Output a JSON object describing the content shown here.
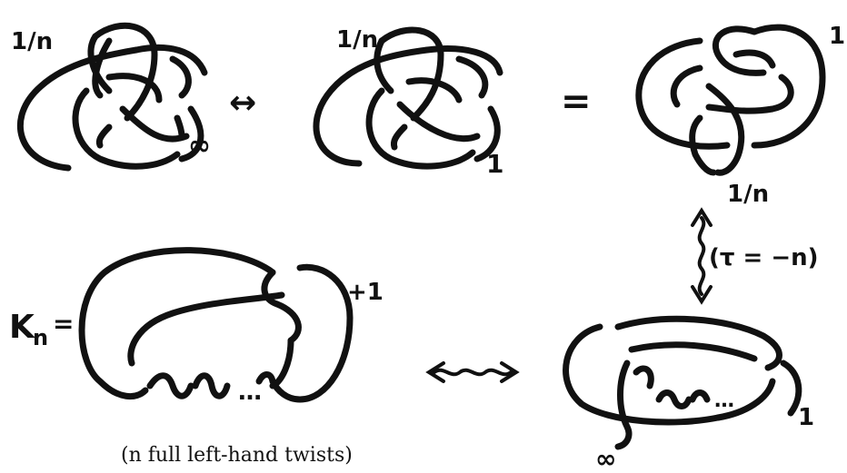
{
  "labels": {
    "top_left_coeff": "1/n",
    "top_left_inf": "∞",
    "arrow_top": "↔",
    "top_mid_coeff": "1/n",
    "top_mid_one": "1",
    "equals_top": "=",
    "top_right_one": "1",
    "top_right_coeff": "1/n",
    "tau_label": "(τ = −n)",
    "kn_label": "K",
    "kn_sub": "n",
    "kn_equals": "=",
    "plus_one": "+1",
    "dots": "…",
    "caption": "(n full left-hand twists)",
    "bottom_right_one": "1",
    "bottom_right_inf": "∞"
  }
}
